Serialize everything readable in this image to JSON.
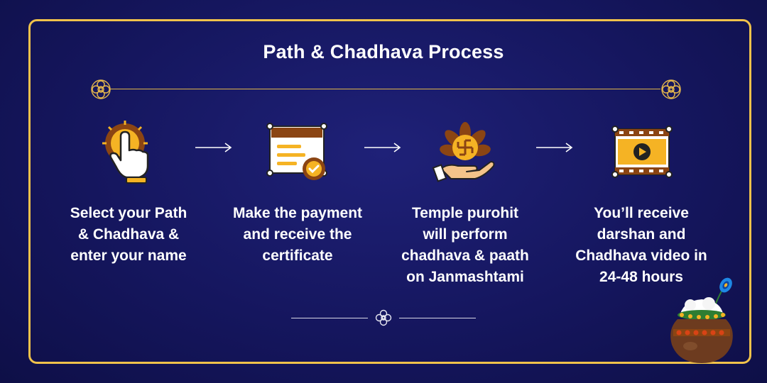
{
  "title": "Path & Chadhava Process",
  "steps": [
    {
      "icon": "tap-hand-icon",
      "lines": [
        "Select your Path",
        "& Chadhava &",
        "enter your name"
      ]
    },
    {
      "icon": "certificate-icon",
      "lines": [
        "Make the payment",
        "and receive the",
        "certificate"
      ]
    },
    {
      "icon": "swastik-offering-icon",
      "lines": [
        "Temple purohit",
        "will perform",
        "chadhava & paath",
        "on Janmashtami"
      ]
    },
    {
      "icon": "video-film-icon",
      "lines": [
        "You’ll receive",
        "darshan and",
        "Chadhava video in",
        "24-48 hours"
      ]
    }
  ],
  "colors": {
    "background": "#15165e",
    "border": "#f0c24b",
    "accent": "#f5b324",
    "brown": "#8b4513",
    "text": "#ffffff"
  }
}
